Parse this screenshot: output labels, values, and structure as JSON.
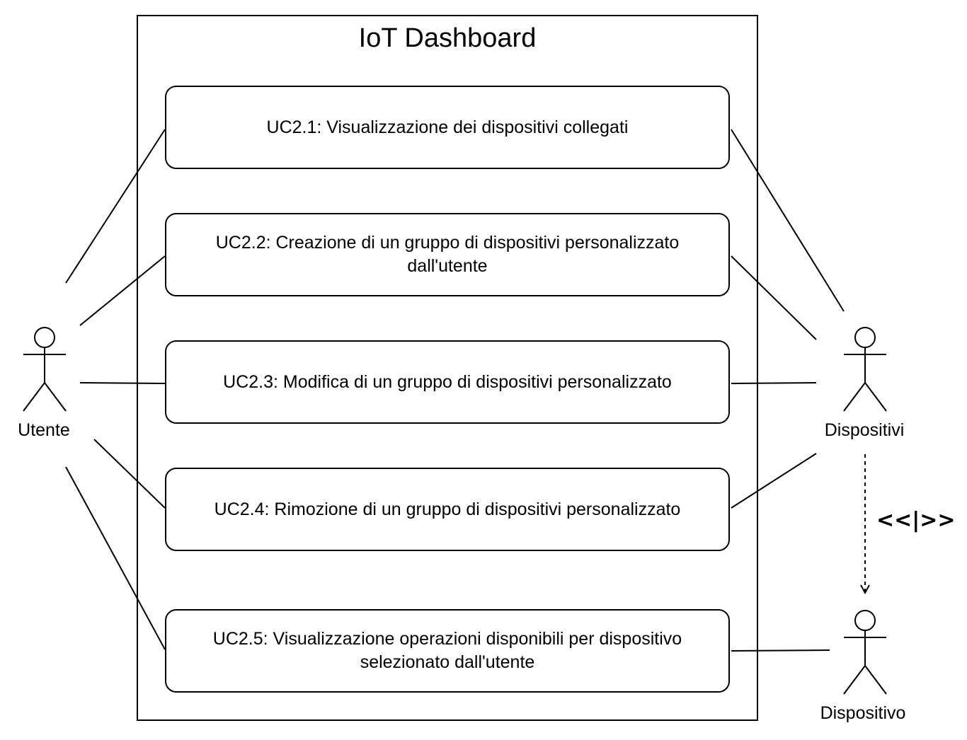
{
  "system": {
    "title": "IoT Dashboard"
  },
  "use_cases": [
    {
      "lines": [
        "UC2.1: Visualizzazione dei dispositivi collegati"
      ]
    },
    {
      "lines": [
        "UC2.2: Creazione di un gruppo di dispositivi personalizzato",
        "dall'utente"
      ]
    },
    {
      "lines": [
        "UC2.3: Modifica di un gruppo di dispositivi personalizzato"
      ]
    },
    {
      "lines": [
        "UC2.4: Rimozione di un gruppo di dispositivi personalizzato"
      ]
    },
    {
      "lines": [
        "UC2.5: Visualizzazione operazioni disponibili per dispositivo",
        "selezionato dall'utente"
      ]
    }
  ],
  "actors": {
    "utente": {
      "label": "Utente"
    },
    "dispositivi": {
      "label": "Dispositivi"
    },
    "dispositivo": {
      "label": "Dispositivo"
    }
  },
  "relation": {
    "stereotype": "<<|>>"
  }
}
